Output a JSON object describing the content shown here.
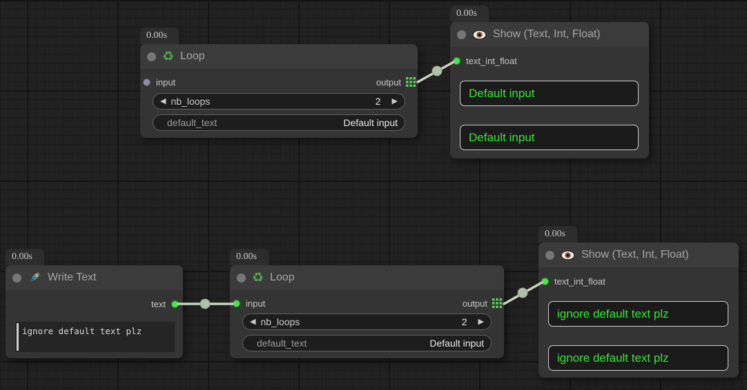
{
  "colors": {
    "canvas_bg": "#212121",
    "node_bg": "#343434",
    "node_header_bg": "#3b3b3b",
    "link": "#c7d3c0",
    "link_mid_dot": "#b0c0a8",
    "slot_connected_green": "#4ce44c",
    "slot_unconnected_gray": "#8d8da3",
    "show_text_green": "#36e636",
    "widget_bg": "#1d1d1d",
    "grid_icon_green": "#5ad65a"
  },
  "nodes": {
    "loop_top": {
      "timer": "0.00s",
      "title": "Loop",
      "icon": "recycle-icon",
      "input_label": "input",
      "output_label": "output",
      "widgets": {
        "nb_loops": {
          "label": "nb_loops",
          "value": "2",
          "left_arrow": "◀",
          "right_arrow": "▶"
        },
        "default_text": {
          "label": "default_text",
          "value": "Default input"
        }
      }
    },
    "show_top": {
      "timer": "0.00s",
      "title": "Show (Text, Int, Float)",
      "icon": "eye-icon",
      "input_label": "text_int_float",
      "boxes": [
        "Default input",
        "Default input"
      ]
    },
    "write_text": {
      "timer": "0.00s",
      "title": "Write Text",
      "icon": "pen-icon",
      "output_label": "text",
      "textarea_value": "ignore default text plz"
    },
    "loop_bottom": {
      "timer": "0.00s",
      "title": "Loop",
      "icon": "recycle-icon",
      "input_label": "input",
      "output_label": "output",
      "widgets": {
        "nb_loops": {
          "label": "nb_loops",
          "value": "2",
          "left_arrow": "◀",
          "right_arrow": "▶"
        },
        "default_text": {
          "label": "default_text",
          "value": "Default input"
        }
      }
    },
    "show_bottom": {
      "timer": "0.00s",
      "title": "Show (Text, Int, Float)",
      "icon": "eye-icon",
      "input_label": "text_int_float",
      "boxes": [
        "ignore default text plz",
        "ignore default text plz"
      ]
    }
  },
  "glyphs": {
    "recycle": "♻",
    "left_arrow": "◀",
    "right_arrow": "▶"
  }
}
